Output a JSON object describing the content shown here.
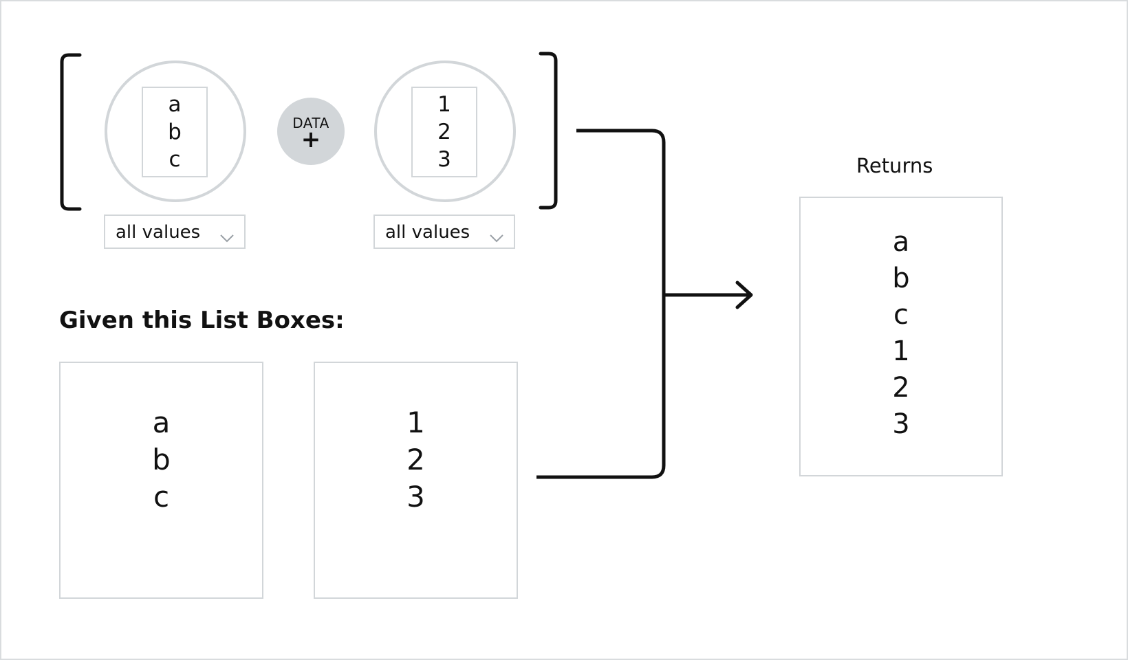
{
  "formula": {
    "left_input": {
      "items": [
        "a",
        "b",
        "c"
      ],
      "dropdown": "all values"
    },
    "operator": {
      "label": "DATA",
      "symbol": "+"
    },
    "right_input": {
      "items": [
        "1",
        "2",
        "3"
      ],
      "dropdown": "all values"
    }
  },
  "given": {
    "heading": "Given this List Boxes:",
    "listbox_1": [
      "a",
      "b",
      "c"
    ],
    "listbox_2": [
      "1",
      "2",
      "3"
    ]
  },
  "returns": {
    "title": "Returns",
    "items": [
      "a",
      "b",
      "c",
      "1",
      "2",
      "3"
    ]
  },
  "colors": {
    "border": "#d2d6d9",
    "badge": "#d2d6d9",
    "stroke": "#111111"
  }
}
